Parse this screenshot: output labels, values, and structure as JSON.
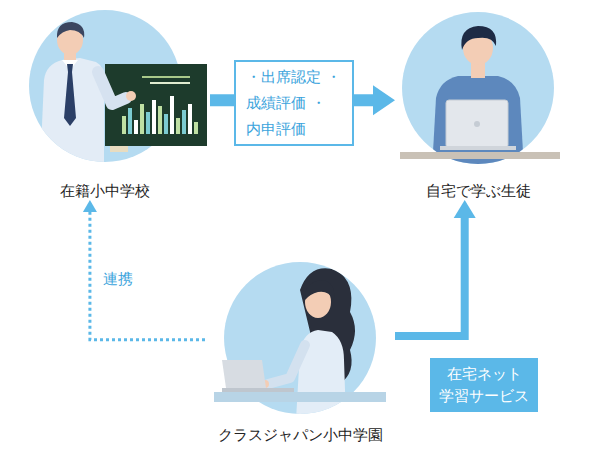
{
  "diagram": {
    "nodes": [
      {
        "text": [
          "在籍小中学校"
        ]
      },
      {
        "text": [
          "自宅で学ぶ生徒"
        ]
      },
      {
        "text": [
          "クラスジャパン小中学園"
        ]
      }
    ],
    "edges": [
      {
        "from": 0,
        "to": 1,
        "arrow": "to",
        "label": "・出席認定 ・成績評価 ・内申評価"
      },
      {
        "from": 2,
        "to": 0,
        "arrow": "to",
        "label": "連携"
      },
      {
        "from": 2,
        "to": 1,
        "arrow": "to",
        "label": "在宅ネット 学習サービス"
      }
    ]
  }
}
